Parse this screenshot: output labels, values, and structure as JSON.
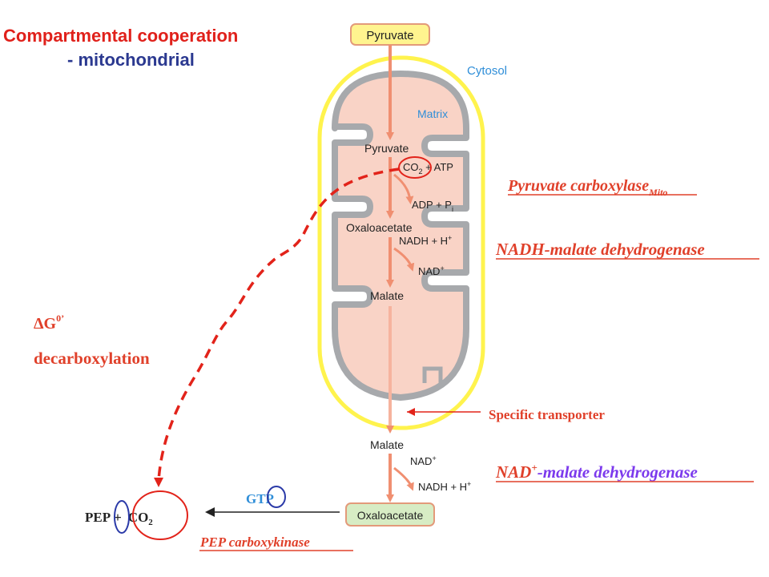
{
  "title": {
    "line1": "Compartmental cooperation",
    "line2": "- mitochondrial"
  },
  "labels": {
    "pyruvate_top": "Pyruvate",
    "cytosol": "Cytosol",
    "matrix": "Matrix",
    "pyruvate_matrix": "Pyruvate",
    "co2": "CO",
    "co2_sub": "2",
    "plus_atp": " + ATP",
    "adp_pi": "ADP + P",
    "adp_pi_sub": "i",
    "oxaloacetate_matrix": "Oxaloacetate",
    "nadh_h_matrix": "NADH + H",
    "nadh_h_matrix_sup": "+",
    "nad_matrix": "NAD",
    "nad_matrix_sup": "+",
    "malate_matrix": "Malate",
    "malate_cytosol": "Malate",
    "nad_cytosol": "NAD",
    "nad_cytosol_sup": "+",
    "nadh_h_cytosol": "NADH + H",
    "nadh_h_cytosol_sup": "+",
    "oxaloacetate_cytosol": "Oxaloacetate"
  },
  "enzymes": {
    "pyruvate_carboxylase": "Pyruvate carboxylase",
    "pyruvate_carboxylase_sub": "Mito",
    "nadh_malate_dh": "NADH-malate dehydrogenase",
    "nad_malate_dh_a": "NAD",
    "nad_malate_dh_sup": "+",
    "nad_malate_dh_b": "-malate dehydrogenase",
    "pep_carboxykinase": "PEP carboxykinase"
  },
  "annotations": {
    "delta_g": "ΔG",
    "delta_g_sup": "0’",
    "decarboxylation": "decarboxylation",
    "specific_transporter": "Specific transporter",
    "gtp": "GTP"
  },
  "products": {
    "pep": "PEP",
    "plus": "+",
    "co2": "CO",
    "co2_sub": "2"
  },
  "colors": {
    "title_red": "#e0211b",
    "title_blue": "#2b3990",
    "mito_outer": "#fff34d",
    "mito_fill": "#f9d3c6",
    "mito_stroke": "#a7a9ac",
    "pathway_arrow": "#f08f71",
    "enzyme_red": "#e0402a",
    "enzyme_purple": "#7c3aed",
    "dashed_red": "#e2231a",
    "cytosol_blue": "#2f8ed8",
    "pyruvate_box": "#fff48f",
    "oxaloacetate_box": "#d7ecc4",
    "gtp_blue": "#2f8ed8",
    "circle_blue": "#2b3aa8"
  }
}
